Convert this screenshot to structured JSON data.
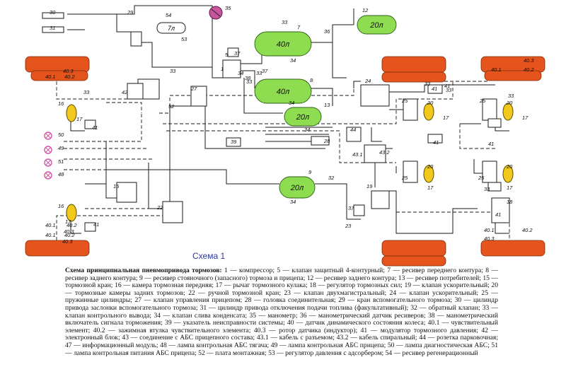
{
  "diagram": {
    "caption": "Схема 1",
    "legend_title": "Схема принципиальная пневмопривода тормозов:",
    "legend_body": " 1 — компрессор; 5 — клапан защитный 4-контурный; 7 — ресивер переднего контура; 8 — ресивер заднего контура; 9 — ресивер стояночного (запасного) тормоза и прицепа; 12 — ресивер заднего контура; 13 — ресивер потребителей; 15 — тормозной кран; 16 — камера тормозная передняя; 17 — рычаг тормозного кулака; 18 — регулятор тормозных сил; 19 — клапан ускорительный; 20 — тормозные камеры задних тормозов; 22 — ручной тормозной кран; 23 — клапан двухмагистральный; 24 — клапан ускорительный; 25 — пружинные цилиндры; 27 — клапан управления прицепом; 28 — головка соединительная; 29 — кран вспомогательного тормоза; 30 — цилиндр привода заслонки вспомогательного тормоза; 31 — цилиндр привода отключения подачи топлива (факультативный); 32 — обратный клапан; 33 — клапан контрольного вывода; 34 — клапан слива конденсата; 35 — манометр; 36 — манометрический датчик ресиверов; 38 — манометрический включатель сигнала торможения; 39 — указатель неисправности системы; 40 — датчик динамического состояния колеса; 40.1 — чувствительный элемент; 40.2 — зажимная втулка чувствительного элемента; 40.3 — ротор датчика (индуктор); 41 — модулятор тормозного давления; 42 — электронный блок; 43 — соединение с АБС прицепного состава; 43.1 — кабель с разъемом; 43.2 — кабель спиральный; 44 — розетка парковочная; 47 — информационный модуль; 48 — лампа контрольная АБС тягача; 49 — лампа контрольная АБС прицепа; 50 — лампа диагностическая АБС; 51 — лампа контрольная питания АБС прицепа; 52 — плата монтажная; 53 — регулятор давления с адсорбером; 54 — ресивер регенерационный",
    "tank_labels": {
      "t7": "40л",
      "t8": "40л",
      "t13": "20л",
      "t12": "20л",
      "t9": "20л",
      "t54": "7л"
    },
    "colors": {
      "wheel": "#e4541c",
      "tank": "#8edc50",
      "chamber": "#f2c81a",
      "lamp": "#d055a8",
      "manometer": "#c8559e",
      "line": "#1a1a1a",
      "caption": "#2b3a9a"
    },
    "labels": [
      {
        "id": "l29",
        "text": "29"
      },
      {
        "id": "l35",
        "text": "35"
      },
      {
        "id": "l12",
        "text": "12"
      },
      {
        "id": "l30",
        "text": "30"
      },
      {
        "id": "l31",
        "text": "31"
      },
      {
        "id": "l54",
        "text": "54"
      },
      {
        "id": "l53",
        "text": "53"
      },
      {
        "id": "l33a",
        "text": "33"
      },
      {
        "id": "l7",
        "text": "7"
      },
      {
        "id": "l36",
        "text": "36"
      },
      {
        "id": "l33b",
        "text": "33"
      },
      {
        "id": "l34a",
        "text": "34"
      },
      {
        "id": "l5",
        "text": "5"
      },
      {
        "id": "l37a",
        "text": "37"
      },
      {
        "id": "l1",
        "text": "1"
      },
      {
        "id": "l34b",
        "text": "34"
      },
      {
        "id": "l38a",
        "text": "38"
      },
      {
        "id": "l33c",
        "text": "33"
      },
      {
        "id": "l37b",
        "text": "37"
      },
      {
        "id": "l33d",
        "text": "33"
      },
      {
        "id": "l8",
        "text": "8"
      },
      {
        "id": "l24",
        "text": "24"
      },
      {
        "id": "l34c",
        "text": "34"
      },
      {
        "id": "l13",
        "text": "13"
      },
      {
        "id": "l34d",
        "text": "34"
      },
      {
        "id": "l41a",
        "text": "41"
      },
      {
        "id": "l33e",
        "text": "33"
      },
      {
        "id": "l401a",
        "text": "40.1"
      },
      {
        "id": "l402a",
        "text": "40.2"
      },
      {
        "id": "l403a",
        "text": "40.3"
      },
      {
        "id": "l401b",
        "text": "40.1"
      },
      {
        "id": "l402b",
        "text": "40.2"
      },
      {
        "id": "l403b",
        "text": "40.3"
      },
      {
        "id": "l42",
        "text": "42"
      },
      {
        "id": "l27",
        "text": "27"
      },
      {
        "id": "l52",
        "text": "52"
      },
      {
        "id": "l33f",
        "text": "33"
      },
      {
        "id": "l16a",
        "text": "16"
      },
      {
        "id": "l17a",
        "text": "17"
      },
      {
        "id": "l41b",
        "text": "41"
      },
      {
        "id": "l50",
        "text": "50"
      },
      {
        "id": "l49",
        "text": "49"
      },
      {
        "id": "l51",
        "text": "51"
      },
      {
        "id": "l48",
        "text": "48"
      },
      {
        "id": "l39",
        "text": "39"
      },
      {
        "id": "l28",
        "text": "28"
      },
      {
        "id": "l44",
        "text": "44"
      },
      {
        "id": "l431",
        "text": "43.1"
      },
      {
        "id": "l432",
        "text": "43.2"
      },
      {
        "id": "l9",
        "text": "9"
      },
      {
        "id": "l32",
        "text": "32"
      },
      {
        "id": "l34e",
        "text": "34"
      },
      {
        "id": "l19",
        "text": "19"
      },
      {
        "id": "l15",
        "text": "15"
      },
      {
        "id": "l22",
        "text": "22"
      },
      {
        "id": "l37c",
        "text": "37"
      },
      {
        "id": "l23",
        "text": "23"
      },
      {
        "id": "l16b",
        "text": "16"
      },
      {
        "id": "l17b",
        "text": "17"
      },
      {
        "id": "l41c",
        "text": "41"
      },
      {
        "id": "l401c",
        "text": "40.1"
      },
      {
        "id": "l402c",
        "text": "40.2"
      },
      {
        "id": "l403c",
        "text": "40.3"
      },
      {
        "id": "l25a",
        "text": "25"
      },
      {
        "id": "l20a",
        "text": "20"
      },
      {
        "id": "l17c",
        "text": "17"
      },
      {
        "id": "l25b",
        "text": "25"
      },
      {
        "id": "l20b",
        "text": "20"
      },
      {
        "id": "l17d",
        "text": "17"
      },
      {
        "id": "l41d",
        "text": "41"
      },
      {
        "id": "l41e",
        "text": "41"
      },
      {
        "id": "l25c",
        "text": "25"
      },
      {
        "id": "l20c",
        "text": "20"
      },
      {
        "id": "l17e",
        "text": "17"
      },
      {
        "id": "l25d",
        "text": "25"
      },
      {
        "id": "l20d",
        "text": "20"
      },
      {
        "id": "l17f",
        "text": "17"
      },
      {
        "id": "l33g",
        "text": "33"
      },
      {
        "id": "l33h",
        "text": "33"
      },
      {
        "id": "l18",
        "text": "18"
      },
      {
        "id": "l41f",
        "text": "41"
      },
      {
        "id": "l401d",
        "text": "40.1"
      },
      {
        "id": "l402d",
        "text": "40.2"
      },
      {
        "id": "l403d",
        "text": "40.3"
      },
      {
        "id": "l401e",
        "text": "40.1"
      },
      {
        "id": "l402e",
        "text": "40.2"
      },
      {
        "id": "l403e",
        "text": "40.3"
      },
      {
        "id": "l41g",
        "text": "41"
      },
      {
        "id": "l33i",
        "text": "33"
      }
    ]
  }
}
